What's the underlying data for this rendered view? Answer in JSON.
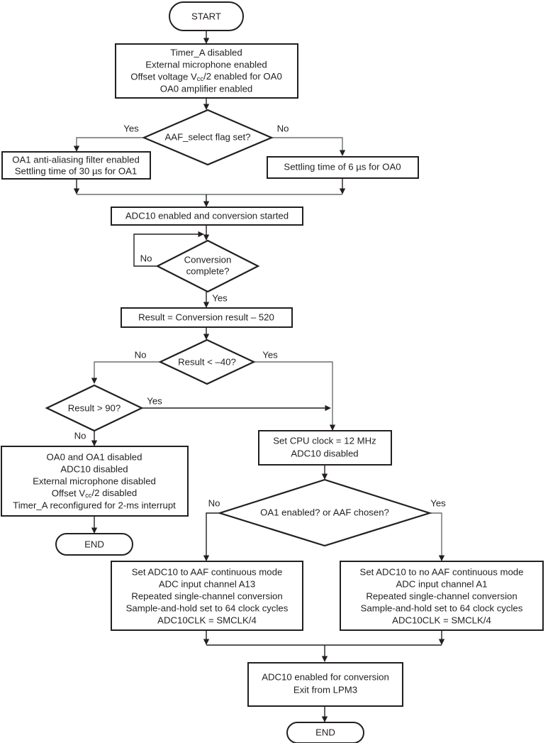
{
  "diagram": {
    "type": "flowchart",
    "title": "",
    "colors": {
      "background": "#ffffff",
      "stroke": "#231f20",
      "connector_light": "#6d6e71",
      "text": "#231f20"
    },
    "nodes": [
      {
        "id": "start",
        "shape": "terminator",
        "lines": [
          "START"
        ]
      },
      {
        "id": "init",
        "shape": "process",
        "lines": [
          "Timer_A disabled",
          "External microphone enabled",
          "Offset voltage V__cc__/2 enabled for OA0",
          "OA0 amplifier enabled"
        ]
      },
      {
        "id": "aaf_select",
        "shape": "decision",
        "lines": [
          "AAF_select flag set?"
        ]
      },
      {
        "id": "oa1_filter",
        "shape": "process",
        "lines": [
          "OA1 anti-aliasing filter enabled",
          "Settling time of 30 µs for OA1"
        ]
      },
      {
        "id": "settling_oa0",
        "shape": "process",
        "lines": [
          "Settling time of 6 µs for OA0"
        ]
      },
      {
        "id": "adc10_start",
        "shape": "process",
        "lines": [
          "ADC10 enabled and conversion started"
        ]
      },
      {
        "id": "conversion_complete",
        "shape": "decision",
        "lines": [
          "Conversion",
          "complete?"
        ]
      },
      {
        "id": "result_calc",
        "shape": "process",
        "lines": [
          "Result = Conversion result – 520"
        ]
      },
      {
        "id": "result_lt_40",
        "shape": "decision",
        "lines": [
          "Result < –40?"
        ]
      },
      {
        "id": "result_gt_90",
        "shape": "decision",
        "lines": [
          "Result > 90?"
        ]
      },
      {
        "id": "disable_all",
        "shape": "process",
        "lines": [
          "OA0 and OA1 disabled",
          "ADC10 disabled",
          "External microphone disabled",
          "Offset V__cc__/2 disabled",
          "Timer_A reconfigured for 2-ms interrupt"
        ]
      },
      {
        "id": "end_left",
        "shape": "terminator",
        "lines": [
          "END"
        ]
      },
      {
        "id": "set_cpu_clock",
        "shape": "process",
        "lines": [
          "Set CPU clock = 12 MHz",
          "ADC10 disabled"
        ]
      },
      {
        "id": "oa1_or_aaf",
        "shape": "decision",
        "lines": [
          "OA1 enabled? or AAF chosen?"
        ]
      },
      {
        "id": "adc10_aaf_mode",
        "shape": "process",
        "lines": [
          "Set ADC10 to AAF continuous mode",
          "ADC input channel A13",
          "Repeated single-channel conversion",
          "Sample-and-hold set to 64 clock cycles",
          "ADC10CLK = SMCLK/4"
        ]
      },
      {
        "id": "adc10_noaaf_mode",
        "shape": "process",
        "lines": [
          "Set ADC10 to no AAF continuous mode",
          "ADC input channel A1",
          "Repeated single-channel conversion",
          "Sample-and-hold set to 64 clock cycles",
          "ADC10CLK = SMCLK/4"
        ]
      },
      {
        "id": "adc10_enabled_conv",
        "shape": "process",
        "lines": [
          "ADC10 enabled for conversion",
          "Exit from LPM3"
        ]
      },
      {
        "id": "end_bottom",
        "shape": "terminator",
        "lines": [
          "END"
        ]
      }
    ],
    "edge_labels": {
      "aaf_yes": "Yes",
      "aaf_no": "No",
      "conv_no": "No",
      "conv_yes": "Yes",
      "lt40_no": "No",
      "lt40_yes": "Yes",
      "gt90_yes": "Yes",
      "gt90_no": "No",
      "oa1aaf_no": "No",
      "oa1aaf_yes": "Yes"
    }
  }
}
